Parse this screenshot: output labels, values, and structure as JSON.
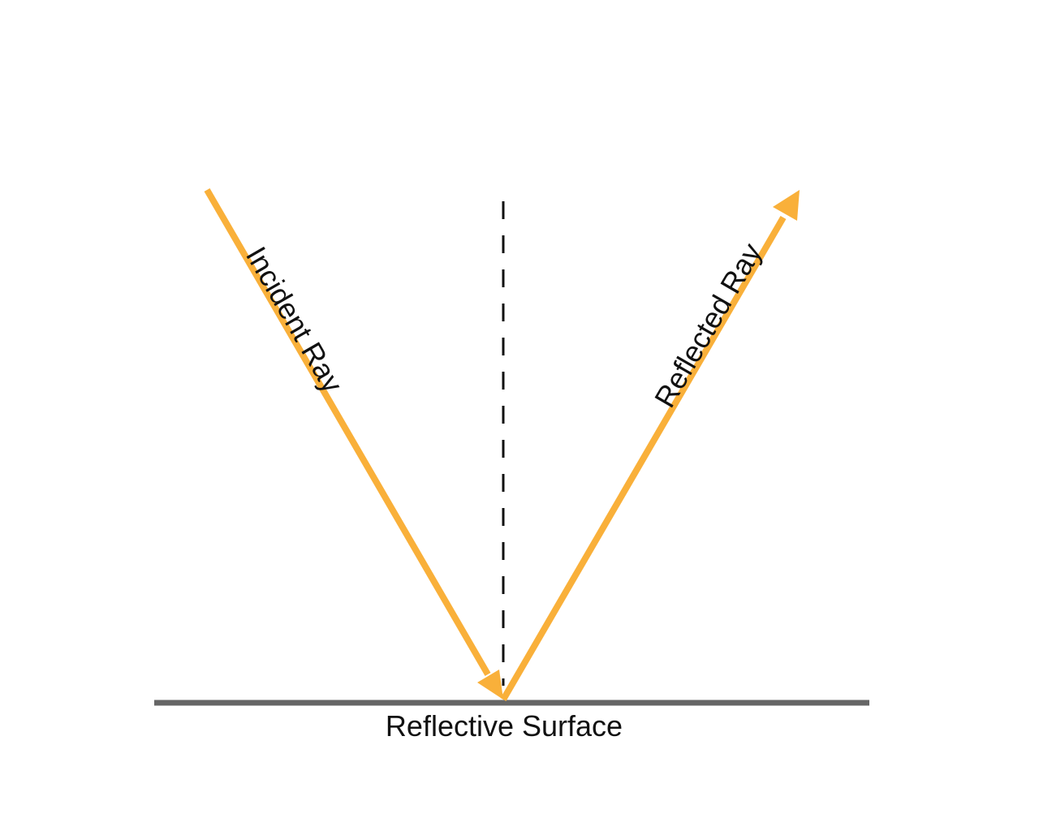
{
  "labels": {
    "incident": "Incident Ray",
    "reflected": "Reflected Ray",
    "surface": "Reflective Surface"
  },
  "colors": {
    "ray": "#f9b03a",
    "surface": "#666666",
    "normal": "#111111",
    "text": "#111111"
  }
}
